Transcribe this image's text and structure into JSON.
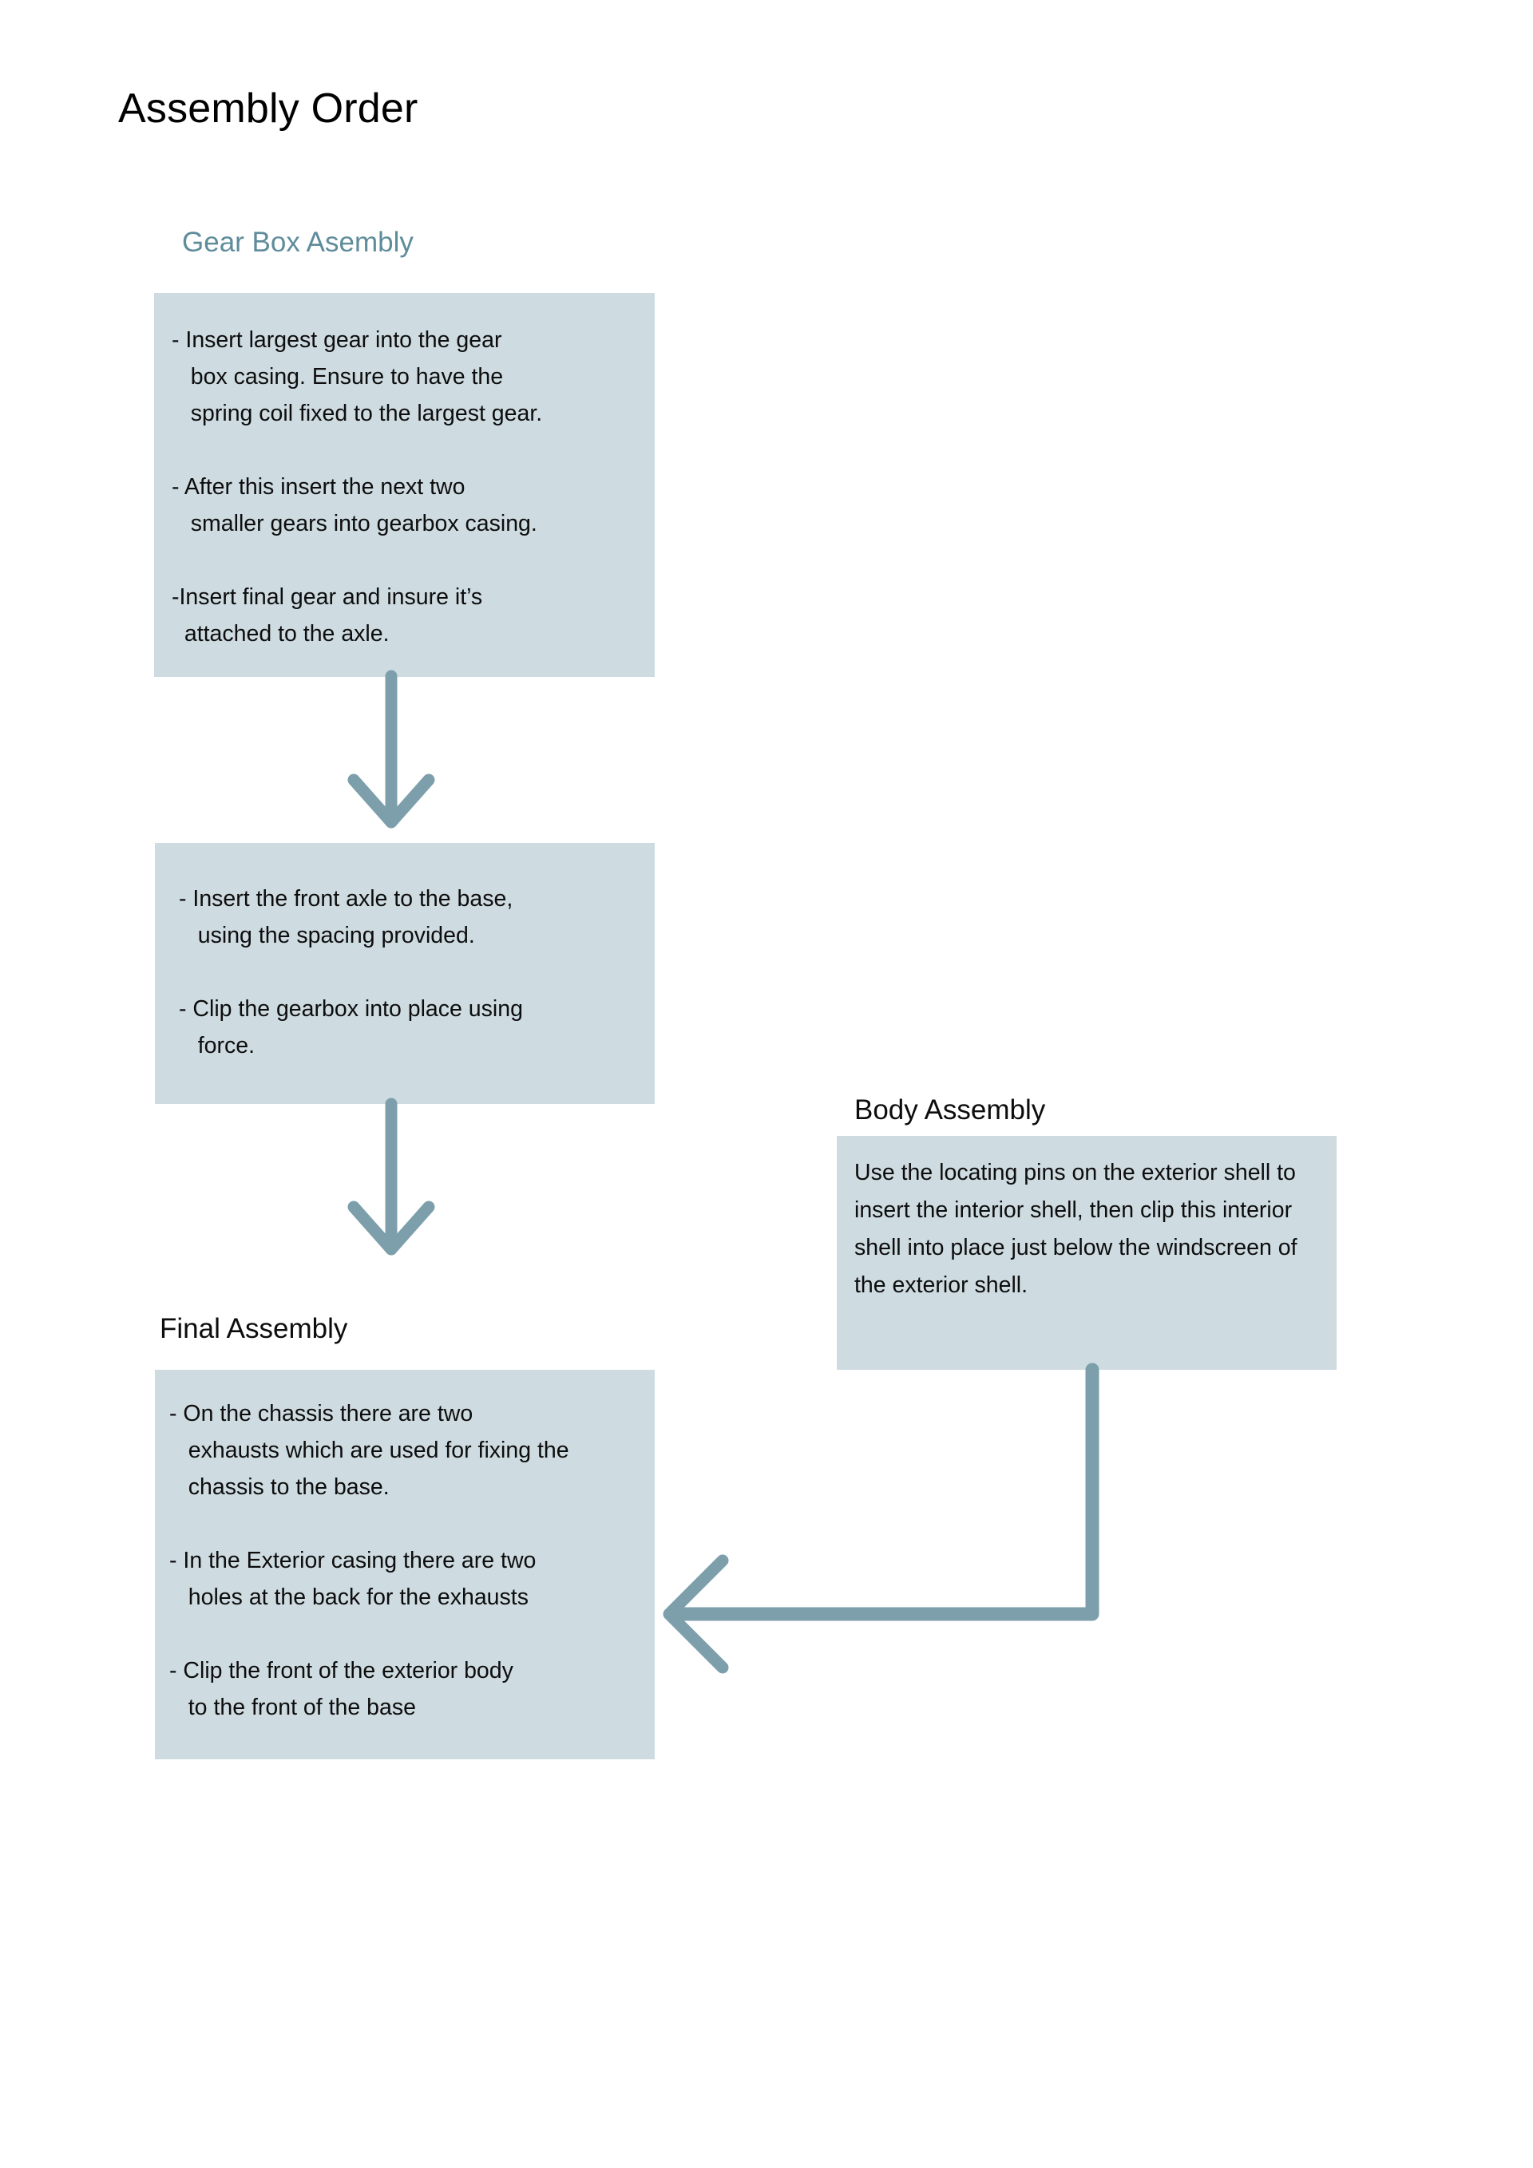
{
  "document": {
    "title": "Assembly Order",
    "background_color": "#ffffff"
  },
  "theme": {
    "box_fill": "#CEDBE1",
    "arrow_color": "#7C9FAB",
    "heading_accent_color": "#5E8C9B",
    "heading_dark_color": "#0d0d0d",
    "body_text_color": "#0d0d0d"
  },
  "sections": {
    "gearbox": {
      "heading": "Gear Box Asembly",
      "steps_text": "- Insert largest gear into the gear\n   box casing. Ensure to have the\n   spring coil fixed to the largest gear.\n\n- After this insert the next two\n   smaller gears into gearbox casing.\n\n-Insert final gear and insure it’s\n  attached to the axle."
    },
    "axle": {
      "heading": "",
      "steps_text": "- Insert the front axle to the base,\n   using the spacing provided.\n\n- Clip the gearbox into place using\n   force."
    },
    "body": {
      "heading": "Body Assembly",
      "steps_text": "Use the locating pins on the exterior shell to insert the interior shell, then clip this interior shell into place just below the windscreen of the exterior shell."
    },
    "final": {
      "heading": "Final Assembly",
      "steps_text": "- On the chassis there are two\n   exhausts which are used for fixing the\n   chassis to the base.\n\n- In the Exterior casing there are two\n   holes at the back for the exhausts\n\n- Clip the front of the exterior body\n   to the front of the base"
    }
  },
  "connectors": [
    {
      "name": "gearbox-to-axle",
      "from": "gearbox-steps-box",
      "to": "axle-steps-box",
      "direction": "down"
    },
    {
      "name": "axle-to-final",
      "from": "axle-steps-box",
      "to": "final-steps-box",
      "direction": "down"
    },
    {
      "name": "body-to-final",
      "from": "body-steps-box",
      "to": "final-steps-box",
      "direction": "down-then-left"
    }
  ]
}
